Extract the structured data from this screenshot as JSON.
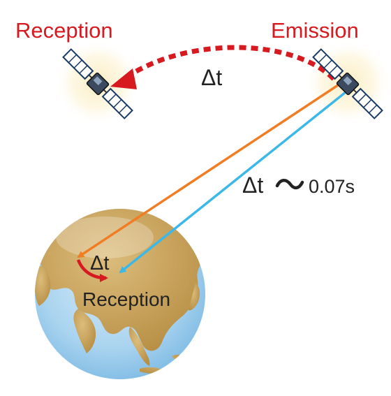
{
  "labels": {
    "reception_top": "Reception",
    "emission": "Emission",
    "delta_t_space": "Δt",
    "delta_t_approx_symbol": "Δt",
    "approx_value": "0.07s",
    "delta_t_earth": "Δt",
    "reception_earth": "Reception"
  },
  "colors": {
    "label_red": "#d71920",
    "dashed_arc": "#d71920",
    "orange_signal": "#f07d24",
    "blue_signal": "#3bb8e8",
    "earth_ocean": "#a9d3ef",
    "earth_land": "#c9a45e",
    "text_dark": "#222222"
  },
  "icons": {
    "satellite_left": "satellite-icon",
    "satellite_right": "satellite-icon"
  }
}
